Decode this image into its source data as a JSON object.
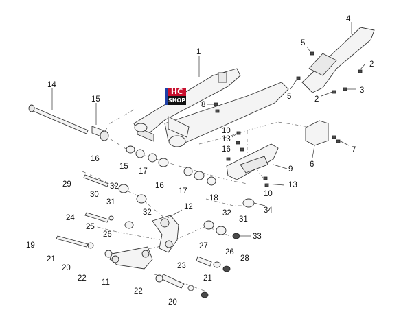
{
  "diagram": {
    "callouts": [
      "1",
      "2",
      "2",
      "3",
      "4",
      "5",
      "5",
      "6",
      "7",
      "8",
      "9",
      "10",
      "10",
      "11",
      "12",
      "13",
      "13",
      "14",
      "15",
      "15",
      "16",
      "16",
      "16",
      "17",
      "17",
      "18",
      "19",
      "20",
      "20",
      "21",
      "21",
      "22",
      "22",
      "23",
      "24",
      "25",
      "26",
      "26",
      "27",
      "28",
      "29",
      "30",
      "31",
      "31",
      "32",
      "32",
      "32",
      "33",
      "34"
    ]
  },
  "logo": {
    "top_text": "HC",
    "bottom_text": "SHOP",
    "colors": {
      "top": "#c8102e",
      "bottom": "#111111",
      "mark": "#1e40a8"
    }
  }
}
